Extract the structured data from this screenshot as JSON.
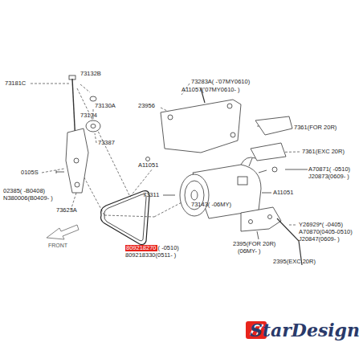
{
  "diagram": {
    "labels": [
      "73181C",
      "73132B",
      "73130A",
      "73134",
      "73387",
      "0105S",
      "02385( -B0408)",
      "N380006(B0409- )",
      "73623A",
      "23956",
      "73283A( -'07MY0610)",
      "A11057('07MY0610- )",
      "A11051",
      "73311",
      "73143( -06MY)",
      "A11051",
      "7361(FOR 20R)",
      "7361(EXC 20R)",
      "A70871( -0510)",
      "J20873(0609- )",
      "Y26929*( -0405)",
      "A70870(0405-0510)",
      "J20847(0609- )",
      "2395(FOR 20R)",
      "(06MY- )",
      "2395(EXC 20R)",
      "809218270",
      "( -0510)",
      "809218330(0511- )",
      "FRONT",
      "StarDesign"
    ]
  }
}
